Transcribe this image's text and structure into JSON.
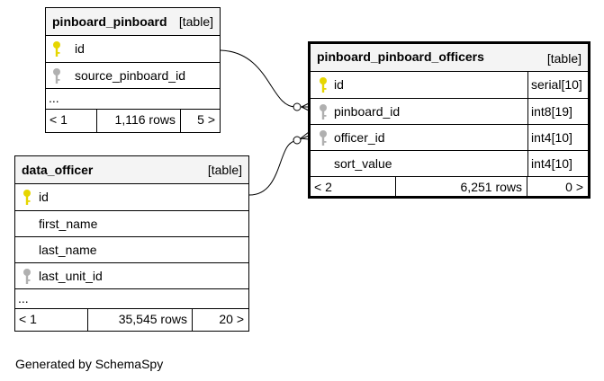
{
  "tables": {
    "pinboard_pinboard": {
      "name": "pinboard_pinboard",
      "kind": "[table]",
      "columns": [
        {
          "name": "id",
          "key": "primary"
        },
        {
          "name": "source_pinboard_id",
          "key": "foreign"
        },
        {
          "name": "...",
          "key": "none"
        }
      ],
      "footer": {
        "parents": "< 1",
        "rows": "1,116 rows",
        "children": "5 >"
      }
    },
    "data_officer": {
      "name": "data_officer",
      "kind": "[table]",
      "columns": [
        {
          "name": "id",
          "key": "primary"
        },
        {
          "name": "first_name",
          "key": "none"
        },
        {
          "name": "last_name",
          "key": "none"
        },
        {
          "name": "last_unit_id",
          "key": "foreign"
        },
        {
          "name": "...",
          "key": "none"
        }
      ],
      "footer": {
        "parents": "< 1",
        "rows": "35,545 rows",
        "children": "20 >"
      }
    },
    "pinboard_pinboard_officers": {
      "name": "pinboard_pinboard_officers",
      "kind": "[table]",
      "columns": [
        {
          "name": "id",
          "key": "primary",
          "type": "serial[10]"
        },
        {
          "name": "pinboard_id",
          "key": "foreign",
          "type": "int8[19]"
        },
        {
          "name": "officer_id",
          "key": "foreign",
          "type": "int4[10]"
        },
        {
          "name": "sort_value",
          "key": "none",
          "type": "int4[10]"
        }
      ],
      "footer": {
        "parents": "< 2",
        "rows": "6,251 rows",
        "children": "0 >"
      }
    }
  },
  "relationships": [
    {
      "from": "pinboard_pinboard.id",
      "to": "pinboard_pinboard_officers.pinboard_id"
    },
    {
      "from": "data_officer.id",
      "to": "pinboard_pinboard_officers.officer_id"
    }
  ],
  "colors": {
    "primary_key": "#e6d600",
    "foreign_key": "#b0b0b0",
    "header_bg": "#f4f4f4"
  },
  "footer_note": "Generated by SchemaSpy"
}
